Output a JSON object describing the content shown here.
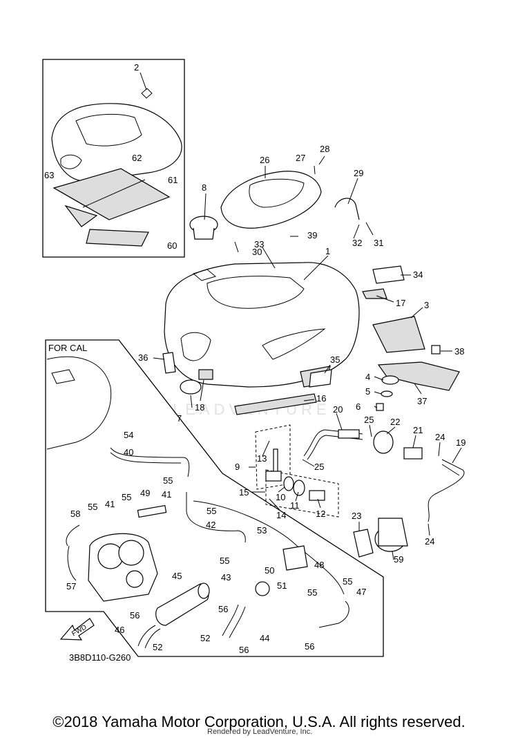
{
  "diagram": {
    "labels": {
      "l2": "2",
      "l8": "8",
      "l26": "26",
      "l27": "27",
      "l28": "28",
      "l29": "29",
      "l60": "60",
      "l61": "61",
      "l62": "62",
      "l63": "63",
      "l30": "30",
      "l31": "31",
      "l32": "32",
      "l33": "33",
      "l39": "39",
      "l1": "1",
      "l34": "34",
      "l17": "17",
      "l3": "3",
      "l38": "38",
      "l35": "35",
      "l36": "36",
      "l18": "18",
      "l7": "7",
      "l16": "16",
      "l4": "4",
      "l5": "5",
      "l6": "6",
      "l37": "37",
      "l20": "20",
      "l25a": "25",
      "l22": "22",
      "l21": "21",
      "l24a": "24",
      "l19": "19",
      "l13": "13",
      "l9": "9",
      "l25b": "25",
      "l15": "15",
      "l10": "10",
      "l11": "11",
      "l12": "12",
      "l14": "14",
      "l23": "23",
      "l59": "59",
      "l24b": "24",
      "l54": "54",
      "l40": "40",
      "l55a": "55",
      "l41a": "41",
      "l41b": "41",
      "l55b": "55",
      "l49": "49",
      "l55c": "55",
      "l58": "58",
      "l55d": "55",
      "l42": "42",
      "l53": "53",
      "l48": "48",
      "l55e": "55",
      "l50": "50",
      "l43": "43",
      "l51": "51",
      "l57": "57",
      "l45": "45",
      "l55f": "55",
      "l55g": "55",
      "l47": "47",
      "l56a": "56",
      "l56b": "56",
      "l56c": "56",
      "l56d": "56",
      "l46": "46",
      "l52a": "52",
      "l52b": "52",
      "l44": "44"
    },
    "for_cal_title": "FOR CAL",
    "fwd_label": "FWD",
    "watermark": "LEADVENTURE"
  },
  "footer": {
    "diagram_code": "3B8D110-G260",
    "copyright": "©2018 Yamaha Motor Corporation, U.S.A. All rights reserved.",
    "rendered_by": "Rendered by LeadVenture, Inc."
  }
}
